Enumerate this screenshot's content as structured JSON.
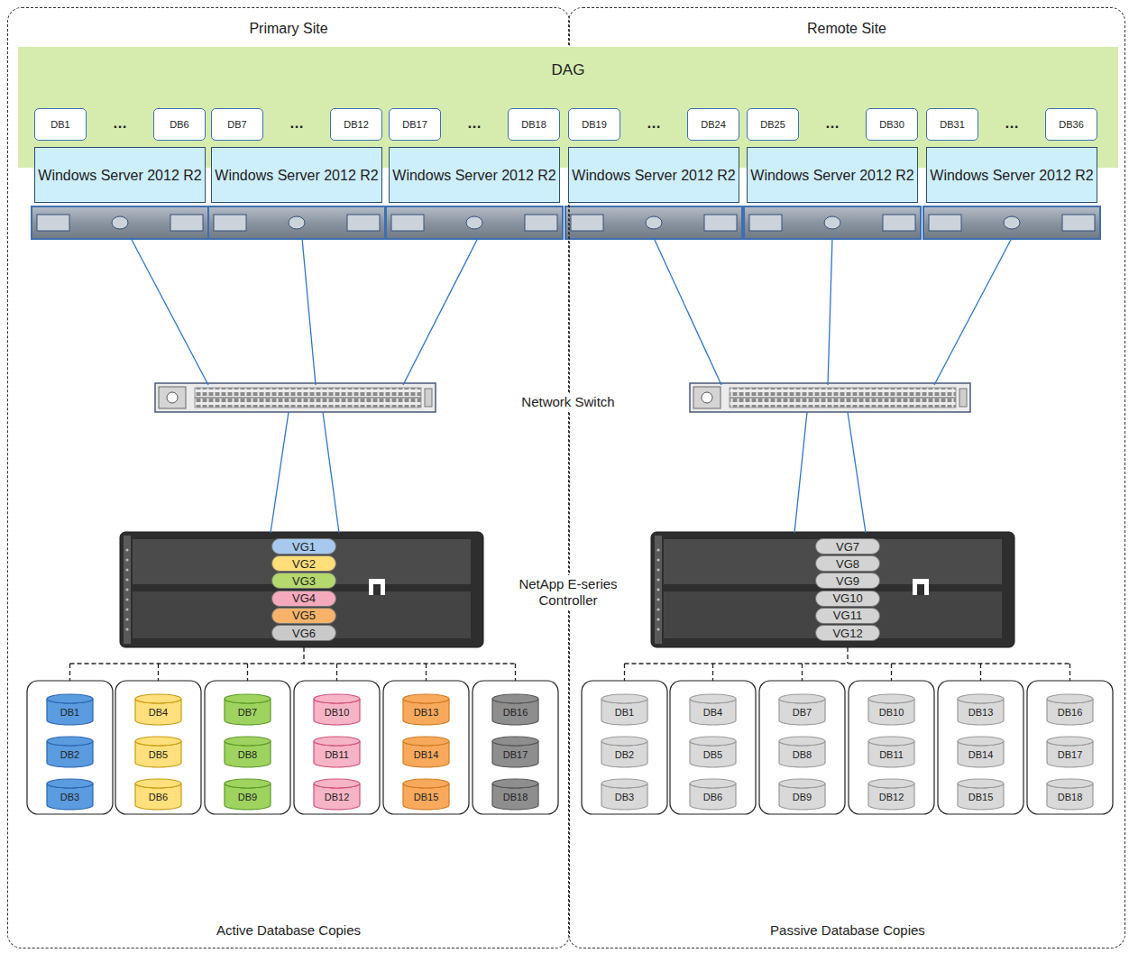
{
  "diagram": {
    "nodes": [
      {
        "text": [
          "Primary Site"
        ]
      },
      {
        "text": [
          "Remote Site"
        ]
      },
      {
        "text": [
          "DAG"
        ]
      },
      {
        "text": [
          "Windows Server 2012 R2"
        ],
        "in": 2
      },
      {
        "text": [
          "Windows Server 2012 R2"
        ],
        "in": 2
      },
      {
        "text": [
          "Windows Server 2012 R2"
        ],
        "in": 2
      },
      {
        "text": [
          "Windows Server 2012 R2"
        ],
        "in": 2
      },
      {
        "text": [
          "Windows Server 2012 R2"
        ],
        "in": 2
      },
      {
        "text": [
          "Windows Server 2012 R2"
        ],
        "in": 2
      },
      {
        "text": [
          "DB1"
        ],
        "in": 2
      },
      {
        "text": [
          "DB6"
        ],
        "in": 2
      },
      {
        "text": [
          "DB7"
        ],
        "in": 2
      },
      {
        "text": [
          "DB12"
        ],
        "in": 2
      },
      {
        "text": [
          "DB17"
        ],
        "in": 2
      },
      {
        "text": [
          "DB18"
        ],
        "in": 2
      },
      {
        "text": [
          "DB19"
        ],
        "in": 2
      },
      {
        "text": [
          "DB24"
        ],
        "in": 2
      },
      {
        "text": [
          "DB25"
        ],
        "in": 2
      },
      {
        "text": [
          "DB30"
        ],
        "in": 2
      },
      {
        "text": [
          "DB31"
        ],
        "in": 2
      },
      {
        "text": [
          "DB36"
        ],
        "in": 2
      },
      {
        "text": [
          "VG1"
        ],
        "in": 0
      },
      {
        "text": [
          "VG2"
        ],
        "in": 0
      },
      {
        "text": [
          "VG3"
        ],
        "in": 0
      },
      {
        "text": [
          "VG4"
        ],
        "in": 0
      },
      {
        "text": [
          "VG5"
        ],
        "in": 0
      },
      {
        "text": [
          "VG6"
        ],
        "in": 0
      },
      {
        "text": [
          "VG7"
        ],
        "in": 1
      },
      {
        "text": [
          "VG8"
        ],
        "in": 1
      },
      {
        "text": [
          "VG9"
        ],
        "in": 1
      },
      {
        "text": [
          "VG10"
        ],
        "in": 1
      },
      {
        "text": [
          "VG11"
        ],
        "in": 1
      },
      {
        "text": [
          "VG12"
        ],
        "in": 1
      },
      {
        "text": [
          "DB1"
        ],
        "in": 0
      },
      {
        "text": [
          "DB2"
        ],
        "in": 0
      },
      {
        "text": [
          "DB3"
        ],
        "in": 0
      },
      {
        "text": [
          "DB4"
        ],
        "in": 0
      },
      {
        "text": [
          "DB5"
        ],
        "in": 0
      },
      {
        "text": [
          "DB6"
        ],
        "in": 0
      },
      {
        "text": [
          "DB7"
        ],
        "in": 0
      },
      {
        "text": [
          "DB8"
        ],
        "in": 0
      },
      {
        "text": [
          "DB9"
        ],
        "in": 0
      },
      {
        "text": [
          "DB10"
        ],
        "in": 0
      },
      {
        "text": [
          "DB11"
        ],
        "in": 0
      },
      {
        "text": [
          "DB12"
        ],
        "in": 0
      },
      {
        "text": [
          "DB13"
        ],
        "in": 0
      },
      {
        "text": [
          "DB14"
        ],
        "in": 0
      },
      {
        "text": [
          "DB15"
        ],
        "in": 0
      },
      {
        "text": [
          "DB16"
        ],
        "in": 0
      },
      {
        "text": [
          "DB17"
        ],
        "in": 0
      },
      {
        "text": [
          "DB18"
        ],
        "in": 0
      },
      {
        "text": [
          "DB1"
        ],
        "in": 1
      },
      {
        "text": [
          "DB2"
        ],
        "in": 1
      },
      {
        "text": [
          "DB3"
        ],
        "in": 1
      },
      {
        "text": [
          "DB4"
        ],
        "in": 1
      },
      {
        "text": [
          "DB5"
        ],
        "in": 1
      },
      {
        "text": [
          "DB6"
        ],
        "in": 1
      },
      {
        "text": [
          "DB7"
        ],
        "in": 1
      },
      {
        "text": [
          "DB8"
        ],
        "in": 1
      },
      {
        "text": [
          "DB9"
        ],
        "in": 1
      },
      {
        "text": [
          "DB10"
        ],
        "in": 1
      },
      {
        "text": [
          "DB11"
        ],
        "in": 1
      },
      {
        "text": [
          "DB12"
        ],
        "in": 1
      },
      {
        "text": [
          "DB13"
        ],
        "in": 1
      },
      {
        "text": [
          "DB14"
        ],
        "in": 1
      },
      {
        "text": [
          "DB15"
        ],
        "in": 1
      },
      {
        "text": [
          "DB16"
        ],
        "in": 1
      },
      {
        "text": [
          "DB17"
        ],
        "in": 1
      },
      {
        "text": [
          "DB18"
        ],
        "in": 1
      }
    ],
    "labels": [
      "…",
      "…",
      "…",
      "…",
      "…",
      "…",
      "Network Switch",
      "NetApp E-series Controller",
      "Active Database Copies",
      "Passive Database Copies"
    ]
  }
}
